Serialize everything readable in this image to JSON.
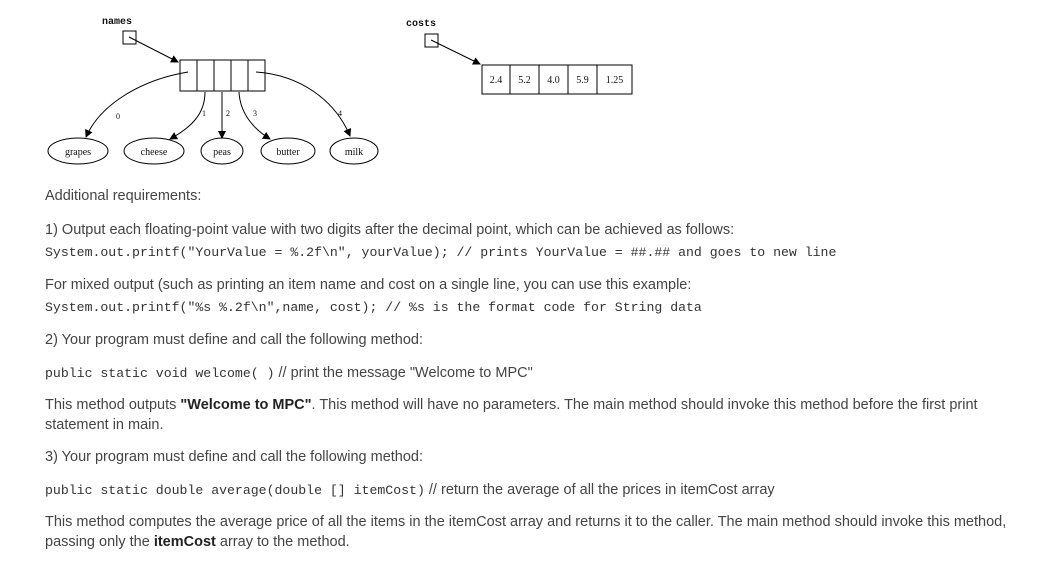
{
  "diagram": {
    "names_label": "names",
    "costs_label": "costs",
    "names_items": [
      "grapes",
      "cheese",
      "peas",
      "butter",
      "milk"
    ],
    "indices": [
      "0",
      "1",
      "2",
      "3",
      "4"
    ],
    "costs_values": [
      "2.4",
      "5.2",
      "4.0",
      "5.9",
      "1.25"
    ]
  },
  "doc": {
    "heading": "Additional requirements:",
    "req1": "1) Output each floating-point value with two digits after the decimal point, which can be achieved as follows:",
    "req1_code": "System.out.printf(\"YourValue = %.2f\\n\", yourValue); // prints YourValue = ##.## and goes to new line",
    "mixed": "For mixed output (such as printing an item name and cost on a single line, you can use this example:",
    "mixed_code": "System.out.printf(\"%s %.2f\\n\",name, cost); // %s is the format code for String data",
    "req2": "2) Your program must define and call the following method:",
    "welcome_sig": "public static void welcome( )",
    "welcome_comment": " // print the message \"Welcome to MPC\"",
    "welcome_desc_pre": "This method outputs ",
    "welcome_desc_bold": "\"Welcome to MPC\"",
    "welcome_desc_post": ". This method will have no parameters. The main method should invoke this method before the first print statement in main.",
    "req3": "3) Your program must define and call the following method:",
    "average_sig": "public static double average(double [] itemCost)",
    "average_comment": " // return the average of all the prices in itemCost array",
    "average_desc_pre": "This method computes the average price of all the items in the itemCost array and returns it to the caller. The main method should invoke this method, passing only the ",
    "average_desc_bold": "itemCost",
    "average_desc_post": " array to the method."
  }
}
